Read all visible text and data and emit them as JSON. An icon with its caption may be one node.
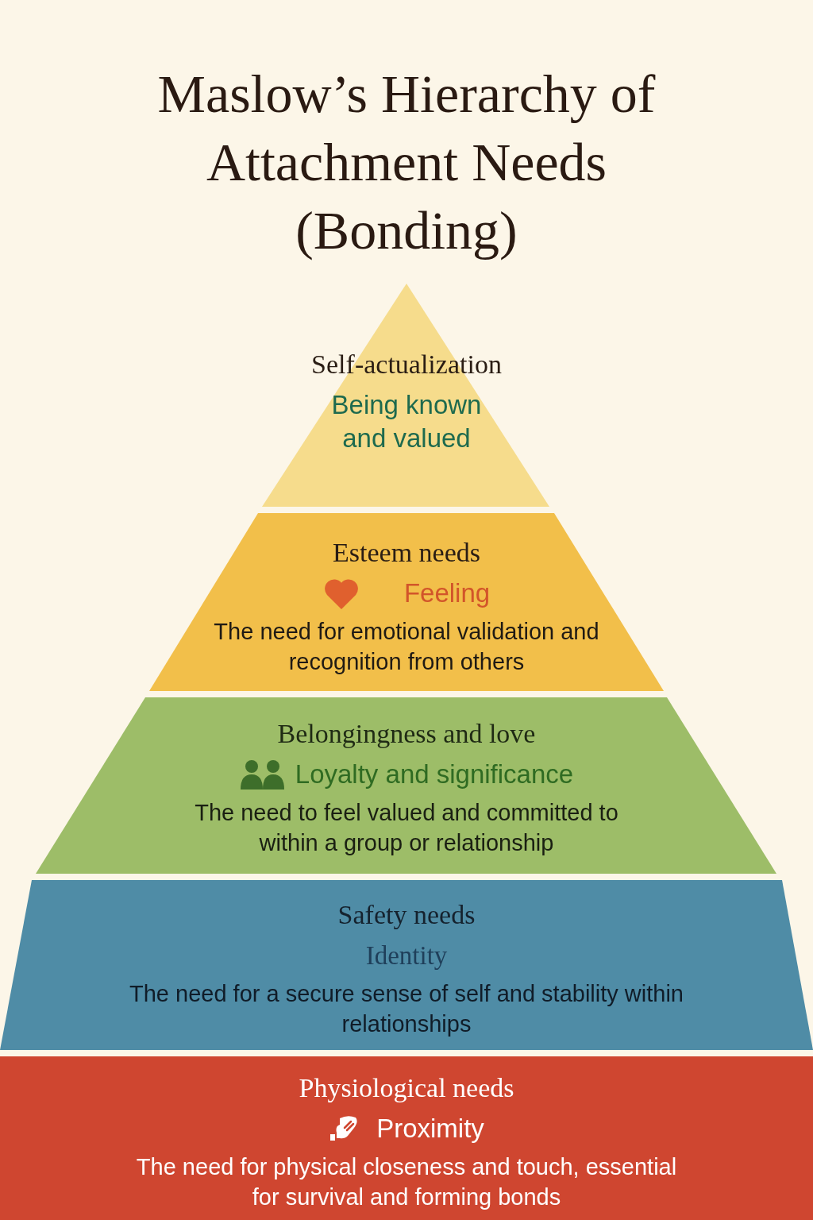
{
  "diagram": {
    "title": "Maslow’s Hierarchy of Attachment Needs (Bonding)",
    "nodes": [
      {
        "text": [
          "Self-actualization",
          "Being known and valued"
        ]
      },
      {
        "text": [
          "Esteem needs",
          "Feeling",
          "The need for emotional validation and recognition from others"
        ]
      },
      {
        "text": [
          "Belongingness and love",
          "Loyalty and significance",
          "The need to feel valued and committed to within a group or relationship"
        ]
      },
      {
        "text": [
          "Safety needs",
          "Identity",
          "The need for a secure sense of self and stability within relationships"
        ]
      },
      {
        "text": [
          "Physiological needs",
          "Proximity",
          "The need for physical closeness and touch, essential for survival and forming bonds"
        ]
      }
    ]
  }
}
